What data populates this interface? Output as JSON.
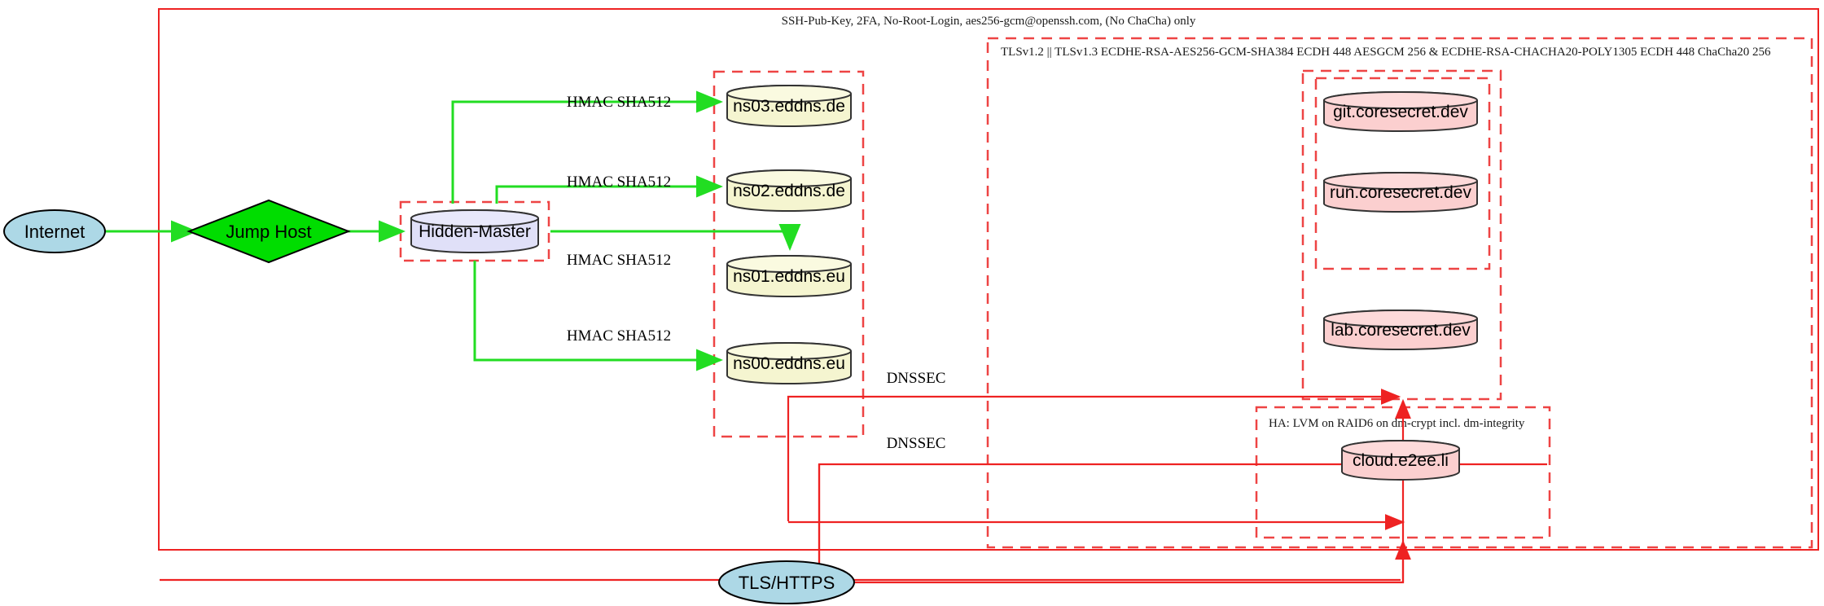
{
  "diagram": {
    "title_label": "SSH-Pub-Key, 2FA, No-Root-Login, aes256-gcm@openssh.com, (No ChaCha) only",
    "tls_label": "TLSv1.2 || TLSv1.3 ECDHE-RSA-AES256-GCM-SHA384 ECDH 448 AESGCM 256 & ECDHE-RSA-CHACHA20-POLY1305 ECDH 448 ChaCha20 256",
    "ha_label": "HA: LVM on RAID6 on dm-crypt incl. dm-integrity",
    "colors": {
      "boundary_red": "#ee2222",
      "edge_green": "#22dd22",
      "internet_fill": "#add8e6",
      "jumphost_fill": "#00dd00",
      "master_fill": "#e0e0f8",
      "ns_fill": "#f5f5d0",
      "service_fill": "#fbcfcf"
    },
    "nodes": {
      "internet": "Internet",
      "jump_host": "Jump Host",
      "hidden_master": "Hidden-Master",
      "tls_https": "TLS/HTTPS",
      "nameservers": [
        "ns03.eddns.de",
        "ns02.eddns.de",
        "ns01.eddns.eu",
        "ns00.eddns.eu"
      ],
      "services": [
        "git.coresecret.dev",
        "run.coresecret.dev",
        "lab.coresecret.dev"
      ],
      "cloud": "cloud.e2ee.li"
    },
    "edge_labels": {
      "hmac": [
        "HMAC SHA512",
        "HMAC SHA512",
        "HMAC SHA512",
        "HMAC SHA512"
      ],
      "dnssec": [
        "DNSSEC",
        "DNSSEC"
      ]
    }
  }
}
